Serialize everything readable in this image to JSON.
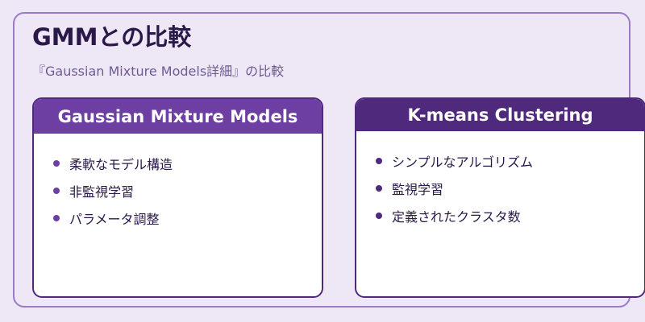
{
  "title": "GMMとの比較",
  "subtitle": "『Gaussian Mixture Models詳細』の比較",
  "cards": {
    "gmm": {
      "header": "Gaussian Mixture Models",
      "items": [
        "柔軟なモデル構造",
        "非監視学習",
        "パラメータ調整"
      ]
    },
    "kmeans": {
      "header": "K-means Clustering",
      "items": [
        "シンプルなアルゴリズム",
        "監視学習",
        "定義されたクラスタ数"
      ]
    }
  },
  "colors": {
    "background": "#ede7f6",
    "gmm_header": "#6d3fa3",
    "kmeans_header": "#4f2a7c",
    "title_text": "#2a1848"
  }
}
